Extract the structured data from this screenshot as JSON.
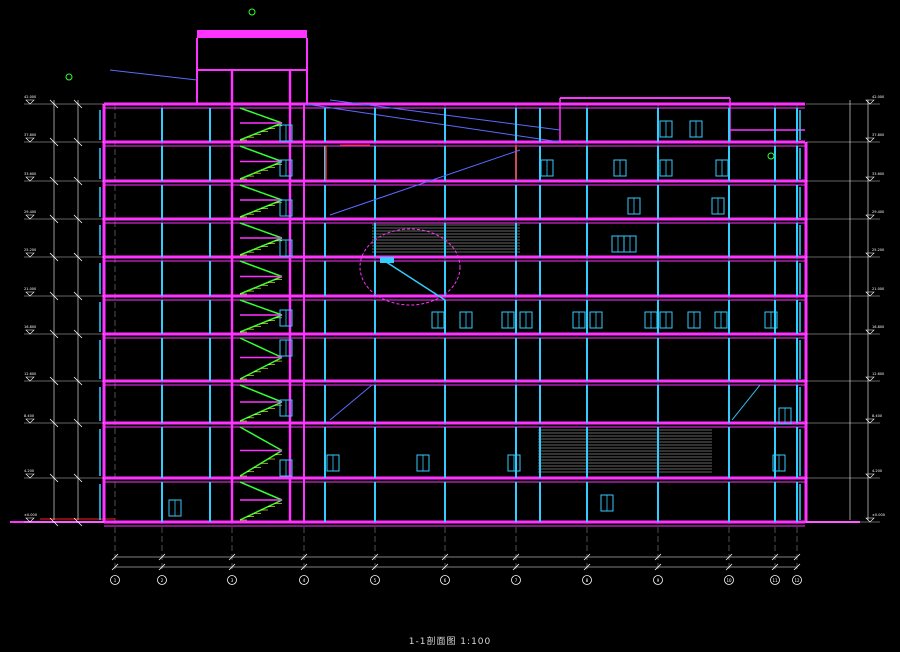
{
  "drawing": {
    "caption": "1-1剖面图 1:100",
    "colors": {
      "background": "#000000",
      "floor": "#ff33ff",
      "wall": "#ff33ff",
      "column": "#33ccff",
      "stair": "#33ff33",
      "dim": "#ffffff",
      "grid_line": "#cccccc",
      "red": "#ff2020",
      "yellow": "#ffff33",
      "hatch": "#cccccc",
      "roof": "#5a6cff",
      "cloud": "#ff33ff"
    },
    "axis_labels": [
      "1",
      "2",
      "3",
      "4",
      "5",
      "6",
      "7",
      "8",
      "9",
      "10",
      "11",
      "12"
    ],
    "level_labels": [
      "±0.000",
      "4.200",
      "8.400",
      "12.600",
      "16.800",
      "21.000",
      "25.200",
      "29.400",
      "33.600",
      "37.800",
      "42.000"
    ],
    "icons": [
      "elevation-marker-icon",
      "axis-bubble-icon"
    ]
  }
}
